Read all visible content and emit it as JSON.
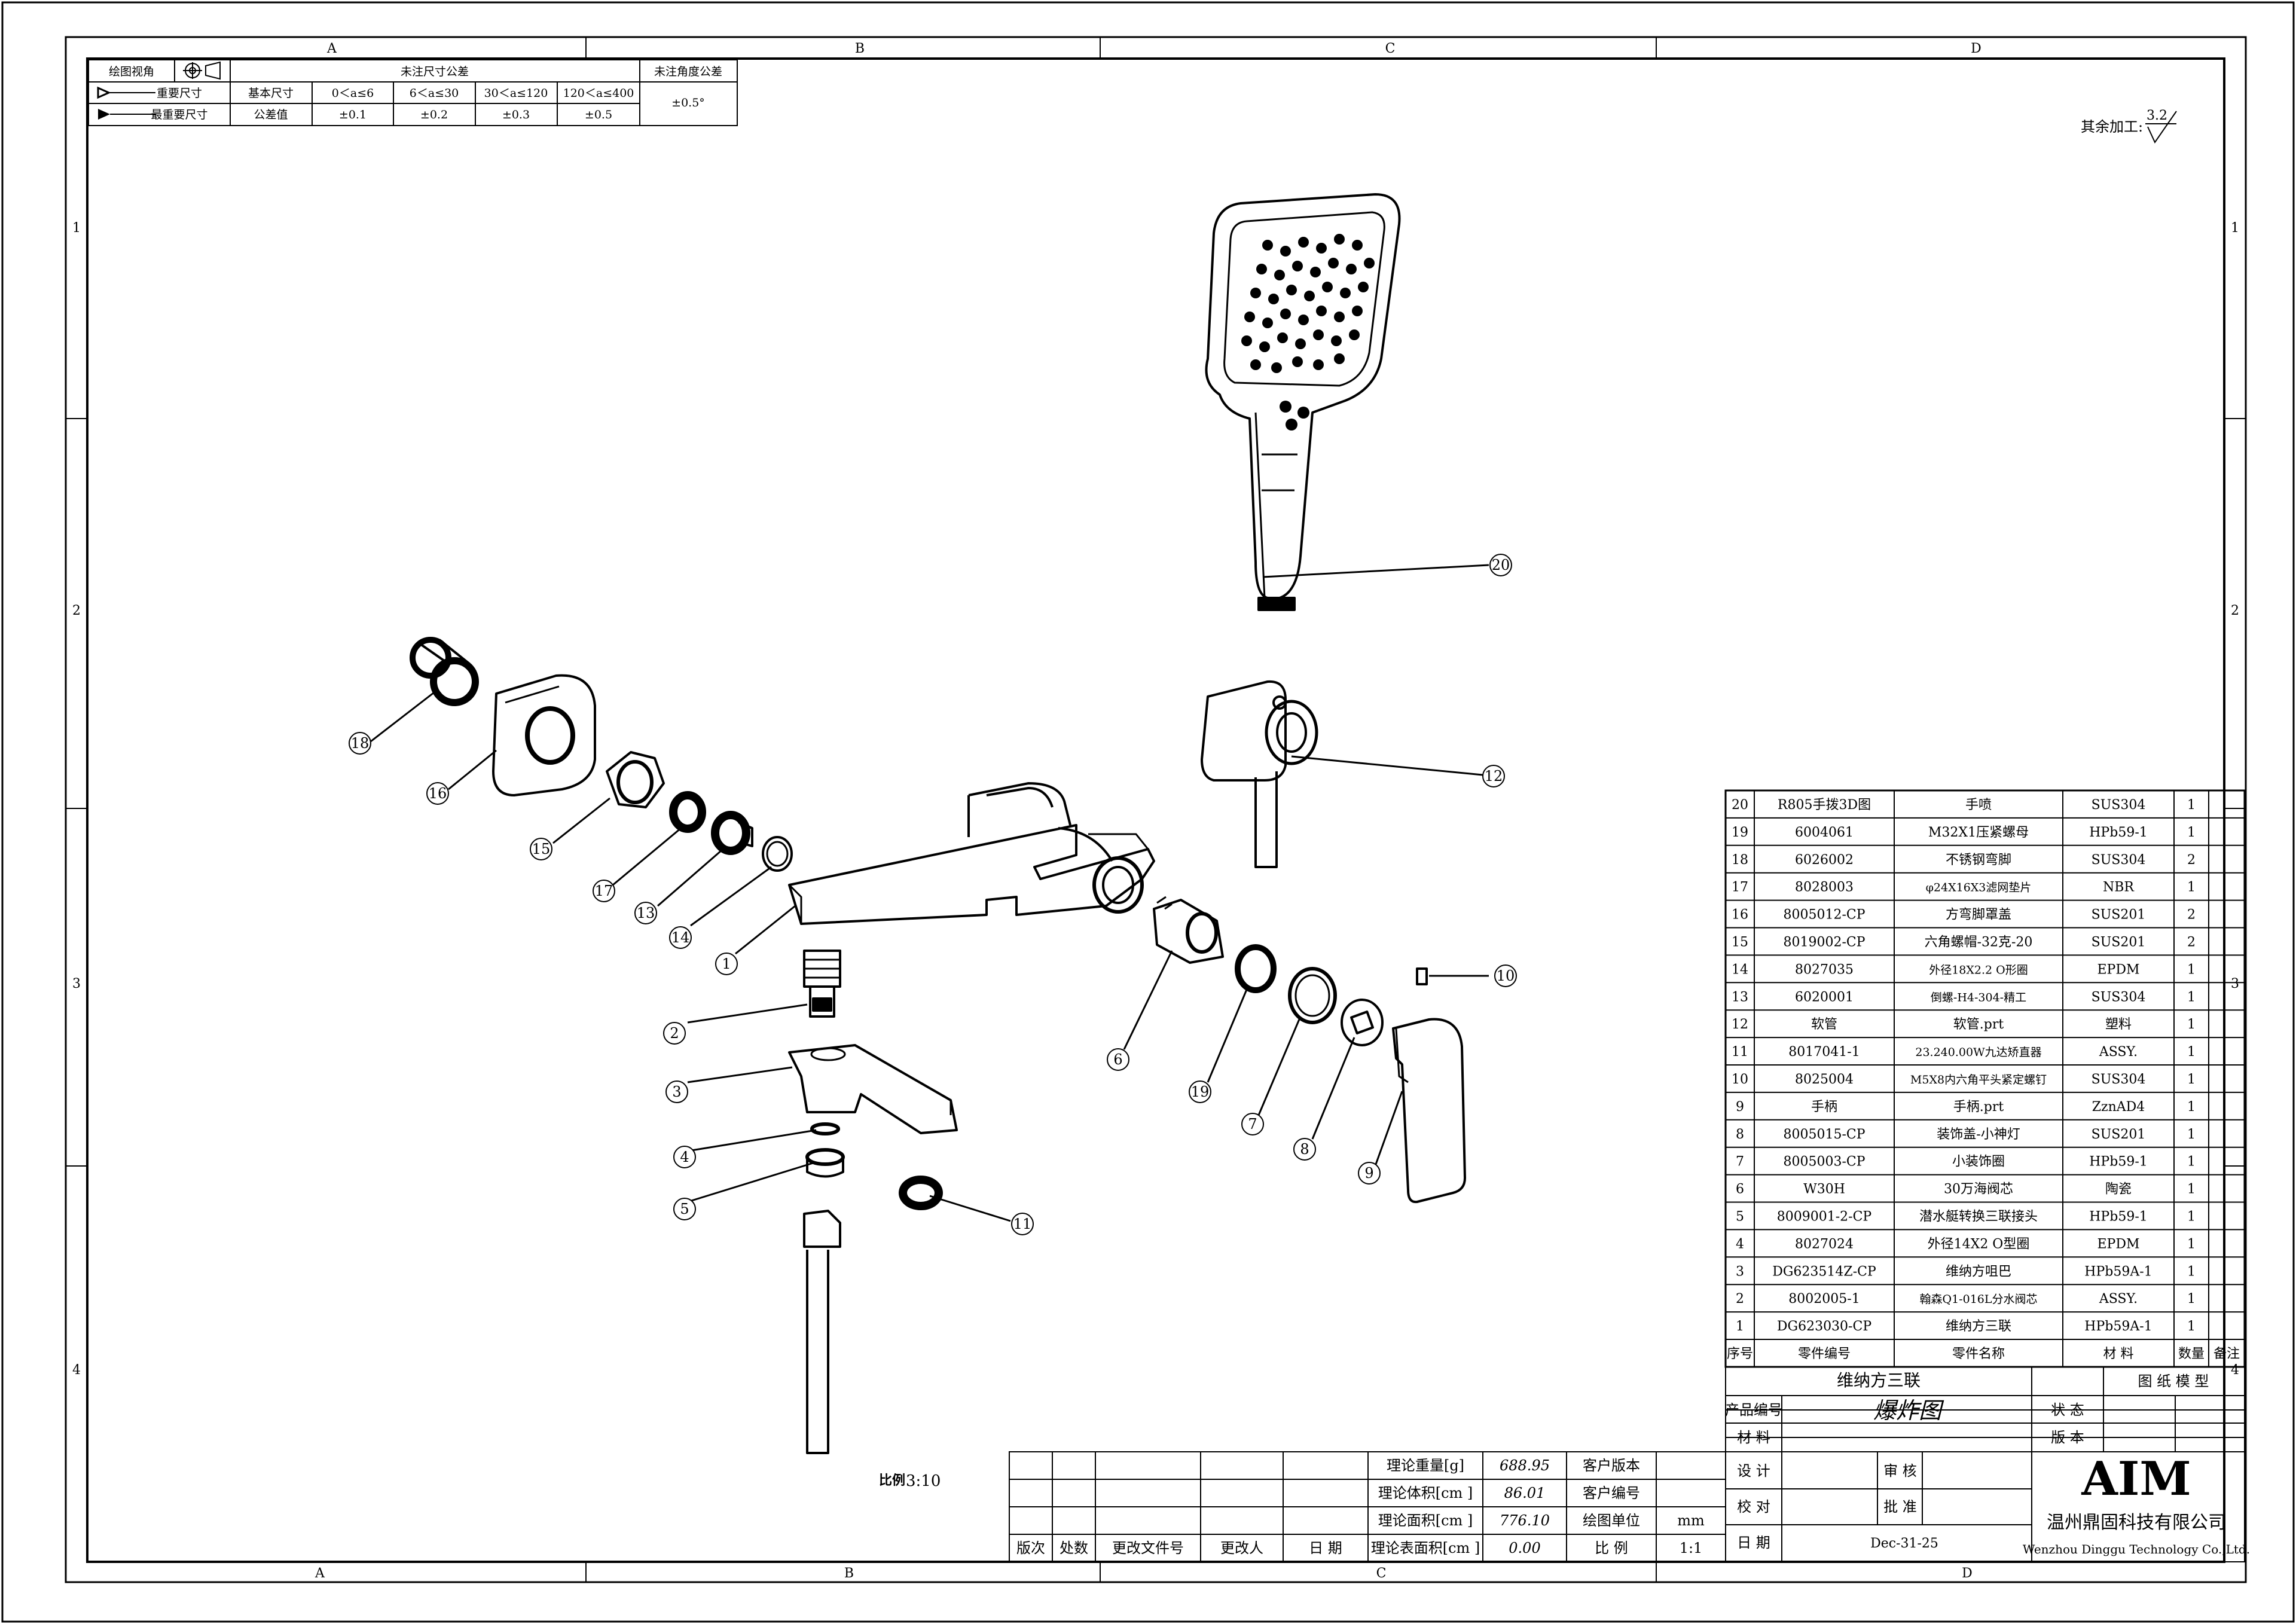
{
  "frame": {
    "zones_top": [
      "A",
      "B",
      "C",
      "D"
    ],
    "zones_bottom": [
      "A",
      "B",
      "C",
      "D"
    ],
    "rows": [
      "1",
      "2",
      "3",
      "4"
    ]
  },
  "tolerance": {
    "projection_label": "绘图视角",
    "unspecified_label": "未注尺寸公差",
    "angle_label": "未注角度公差",
    "important_label": "重要尺寸",
    "most_important_label": "最重要尺寸",
    "basic_size": "基本尺寸",
    "tolerance_value": "公差值",
    "ranges": [
      "0＜a≤6",
      "6＜a≤30",
      "30＜a≤120",
      "120＜a≤400"
    ],
    "values": [
      "±0.1",
      "±0.2",
      "±0.3",
      "±0.5"
    ],
    "angle_value": "±0.5°"
  },
  "surface_finish": {
    "label": "其余加工:",
    "value": "3.2"
  },
  "scale_note": {
    "label": "比例",
    "value": "3:10"
  },
  "callouts": [
    "1",
    "2",
    "3",
    "4",
    "5",
    "6",
    "7",
    "8",
    "9",
    "10",
    "11",
    "12",
    "13",
    "14",
    "15",
    "16",
    "17",
    "18",
    "19",
    "20"
  ],
  "bom": {
    "header": [
      "序号",
      "零件编号",
      "零件名称",
      "材 料",
      "数量",
      "备注"
    ],
    "rows": [
      [
        "20",
        "R805手拨3D图",
        "手喷",
        "SUS304",
        "1",
        ""
      ],
      [
        "19",
        "6004061",
        "M32X1压紧螺母",
        "HPb59-1",
        "1",
        ""
      ],
      [
        "18",
        "6026002",
        "不锈钢弯脚",
        "SUS304",
        "2",
        ""
      ],
      [
        "17",
        "8028003",
        "φ24X16X3滤网垫片",
        "NBR",
        "1",
        ""
      ],
      [
        "16",
        "8005012-CP",
        "方弯脚罩盖",
        "SUS201",
        "2",
        ""
      ],
      [
        "15",
        "8019002-CP",
        "六角螺帽-32克-20",
        "SUS201",
        "2",
        ""
      ],
      [
        "14",
        "8027035",
        "外径18X2.2 O形圈",
        "EPDM",
        "1",
        ""
      ],
      [
        "13",
        "6020001",
        "倒螺-H4-304-精工",
        "SUS304",
        "1",
        ""
      ],
      [
        "12",
        "软管",
        "软管.prt",
        "塑料",
        "1",
        ""
      ],
      [
        "11",
        "8017041-1",
        "23.240.00W九达矫直器",
        "ASSY.",
        "1",
        ""
      ],
      [
        "10",
        "8025004",
        "M5X8内六角平头紧定螺钉",
        "SUS304",
        "1",
        ""
      ],
      [
        "9",
        "手柄",
        "手柄.prt",
        "ZznAD4",
        "1",
        ""
      ],
      [
        "8",
        "8005015-CP",
        "装饰盖-小神灯",
        "SUS201",
        "1",
        ""
      ],
      [
        "7",
        "8005003-CP",
        "小装饰圈",
        "HPb59-1",
        "1",
        ""
      ],
      [
        "6",
        "W30H",
        "30万海阀芯",
        "陶瓷",
        "1",
        ""
      ],
      [
        "5",
        "8009001-2-CP",
        "潜水艇转换三联接头",
        "HPb59-1",
        "1",
        ""
      ],
      [
        "4",
        "8027024",
        "外径14X2 O型圈",
        "EPDM",
        "1",
        ""
      ],
      [
        "3",
        "DG623514Z-CP",
        "维纳方咀巴",
        "HPb59A-1",
        "1",
        ""
      ],
      [
        "2",
        "8002005-1",
        "翰森Q1-016L分水阀芯",
        "ASSY.",
        "1",
        ""
      ],
      [
        "1",
        "DG623030-CP",
        "维纳方三联",
        "HPb59A-1",
        "1",
        ""
      ]
    ]
  },
  "title_block": {
    "product_name": "维纳方三联",
    "drawing_model_label": "图 纸 模 型",
    "product_no_label": "产品编号",
    "drawing_name": "爆炸图",
    "status_label": "状 态",
    "material_label": "材 料",
    "version_label": "版 本",
    "design_label": "设 计",
    "review_label": "审 核",
    "check_label": "校 对",
    "approve_label": "批 准",
    "date_label": "日 期",
    "date_value": "Dec-31-25",
    "company_logo": "AIM",
    "company_cn": "温州鼎固科技有限公司",
    "company_en": "Wenzhou Dinggu Technology Co.,Ltd."
  },
  "properties": {
    "weight_label": "理论重量[g]",
    "weight": "688.95",
    "volume_label": "理论体积[cm ]",
    "volume": "86.01",
    "area_label": "理论面积[cm ]",
    "area": "776.10",
    "surface_label": "理论表面积[cm ]",
    "surface": "0.00",
    "client_version": "客户版本",
    "client_no": "客户编号",
    "unit_label": "绘图单位",
    "unit": "mm",
    "scale_label": "比 例",
    "scale": "1:1"
  },
  "revision": {
    "headers": [
      "版次",
      "处数",
      "更改文件号",
      "更改人",
      "日 期"
    ]
  }
}
